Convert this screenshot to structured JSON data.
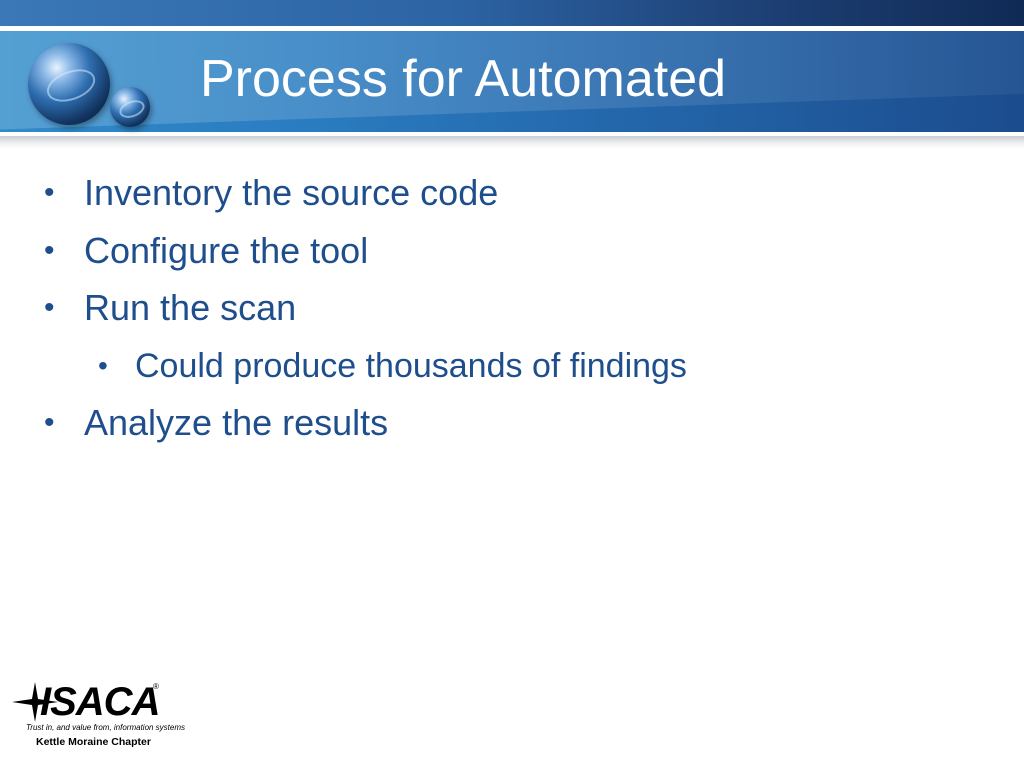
{
  "slide": {
    "title": "Process for Automated",
    "bullets": [
      {
        "level": 1,
        "text": "Inventory the source code"
      },
      {
        "level": 1,
        "text": "Configure the tool"
      },
      {
        "level": 1,
        "text": "Run the scan"
      },
      {
        "level": 2,
        "text": "Could produce thousands of findings"
      },
      {
        "level": 1,
        "text": "Analyze the results"
      }
    ],
    "bullet_glyph": "•"
  },
  "footer": {
    "logo_text": "ISACA",
    "registered_mark": "®",
    "tagline": "Trust in, and value from, information systems",
    "chapter": "Kettle Moraine Chapter"
  },
  "colors": {
    "header_blue": "#2a7cc0",
    "top_strip_dark": "#102a55",
    "title_text": "#ffffff",
    "bullet_text": "#1f4e8c"
  },
  "icons": [
    "globe-icon",
    "isaca-star-icon"
  ]
}
